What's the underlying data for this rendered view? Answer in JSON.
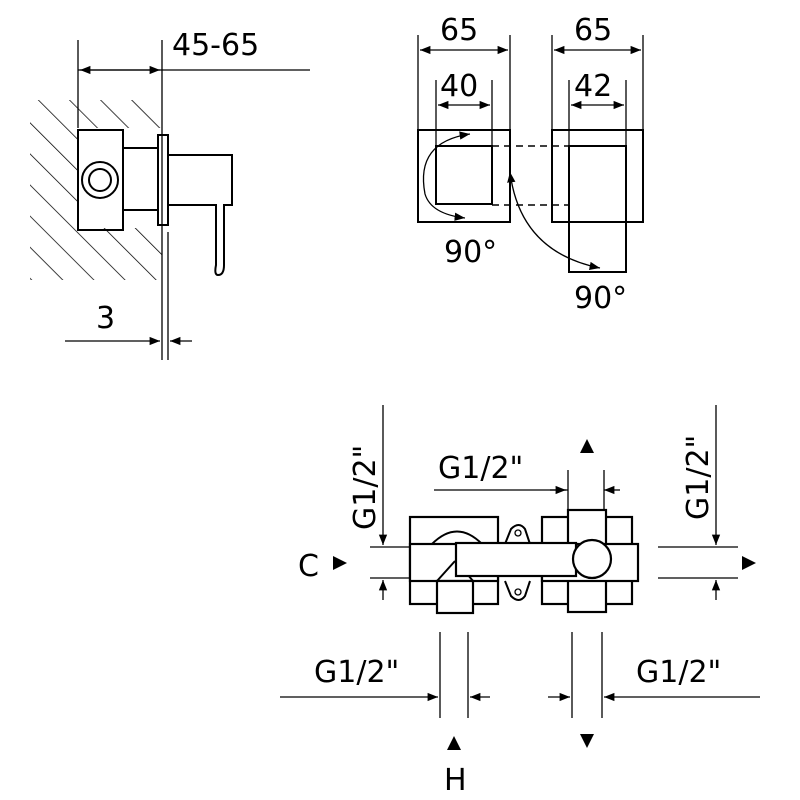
{
  "side_view": {
    "depth_label": "45-65",
    "plate_label": "3"
  },
  "front_view": {
    "plate_width_a": "65",
    "handle_width_a": "40",
    "rotation_a": "90°",
    "plate_width_b": "65",
    "handle_width_b": "42",
    "rotation_b": "90°"
  },
  "connections": {
    "left_vertical": "G1/2\"",
    "top_middle": "G1/2\"",
    "right_vertical": "G1/2\"",
    "bottom_left": "G1/2\"",
    "bottom_right": "G1/2\"",
    "cold_label": "C",
    "hot_label": "H"
  },
  "colors": {
    "line": "#000000",
    "background": "#ffffff"
  }
}
